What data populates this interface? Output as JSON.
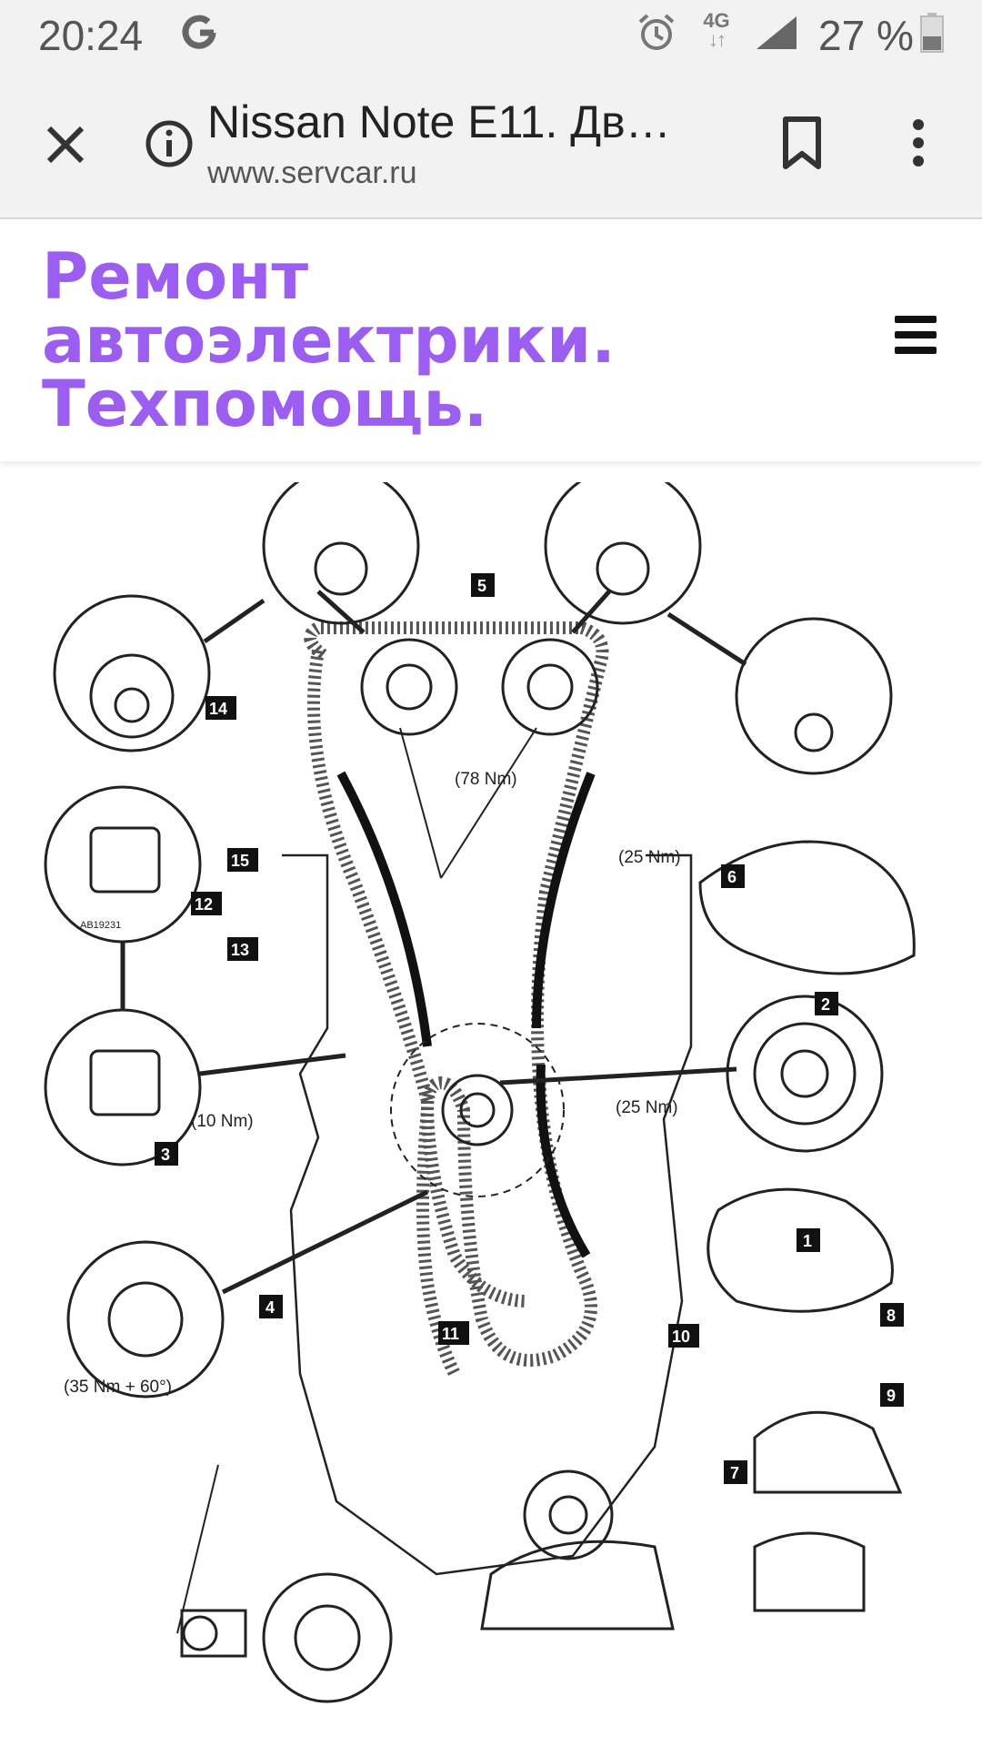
{
  "status_bar": {
    "time": "20:24",
    "google_icon": "google-g-icon",
    "alarm_icon": "alarm-icon",
    "network": "4G",
    "battery_percent": "27 %"
  },
  "browser": {
    "page_title": "Nissan Note E11. Дв…",
    "url": "www.servcar.ru"
  },
  "site": {
    "title_lines": [
      "Ремонт",
      "автоэлектрики.",
      "Техпомощь."
    ],
    "brand_color": "#9b5ef0"
  },
  "diagram": {
    "callouts": [
      "1",
      "2",
      "3",
      "4",
      "5",
      "6",
      "7",
      "8",
      "9",
      "10",
      "11",
      "12",
      "13",
      "14",
      "15"
    ],
    "torque_labels": {
      "cam_sprockets": "(78 Nm)",
      "tensioner_upper": "(25 Nm)",
      "tensioner_lower": "(25 Nm)",
      "tensioner_bolts": "(10 Nm)",
      "crank_pulley": "(35 Nm + 60°)"
    },
    "figure_code": "AB19231"
  }
}
